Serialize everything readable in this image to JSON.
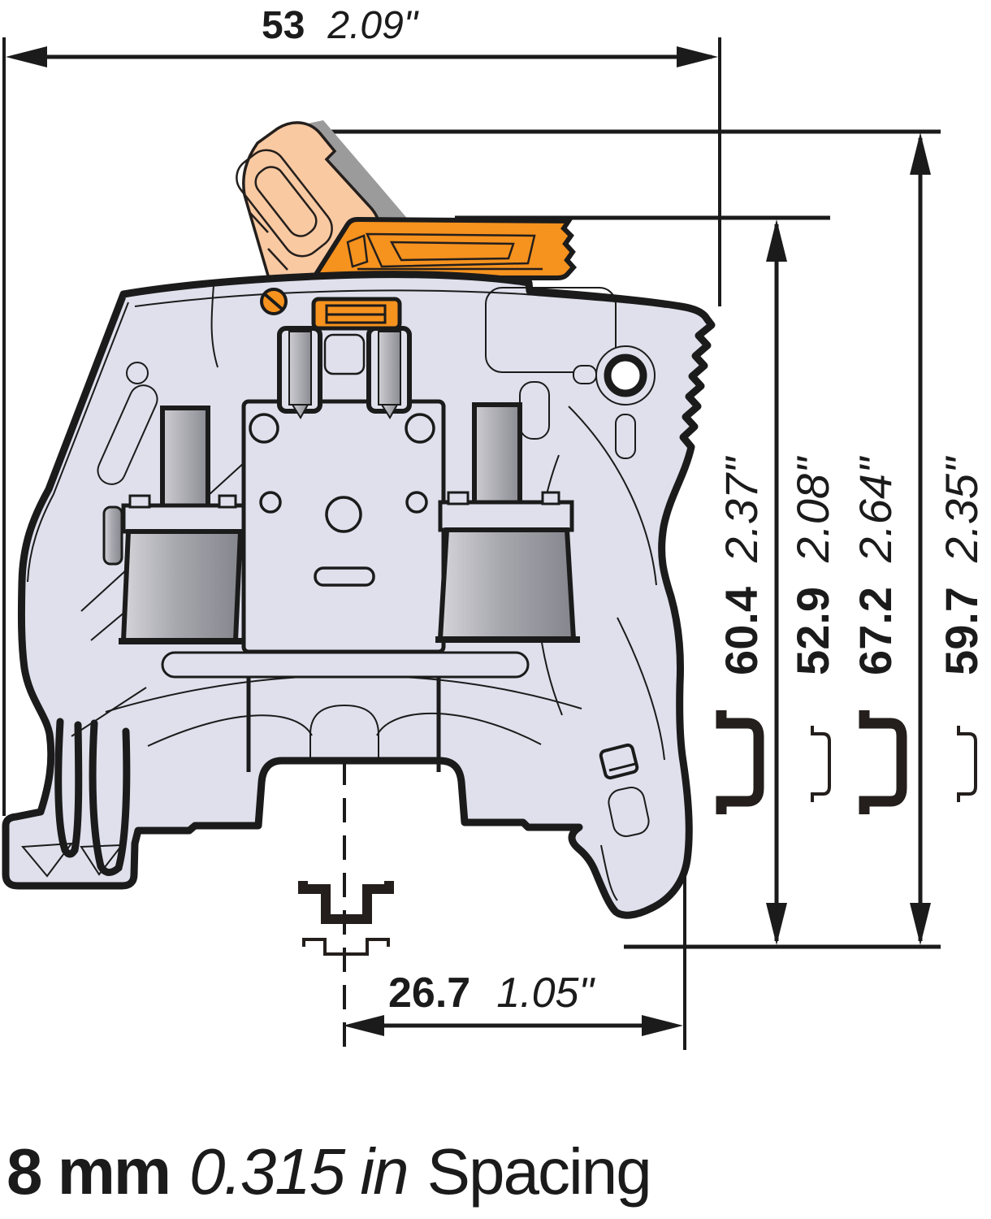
{
  "document": {
    "type": "technical dimension drawing",
    "subject": "DIN-rail terminal block side profile with open test lever"
  },
  "colors": {
    "outline": "#1b1b1b",
    "body": "#dfe0ec",
    "metal_light": "#d4d4d9",
    "metal_dark": "#85858d",
    "orange": "#f6921e",
    "peach": "#f9c9a2",
    "lever_shadow": "#9b9b9b"
  },
  "dimensions": {
    "overall_width": {
      "mm": "53",
      "inch": "2.09\""
    },
    "heights": [
      {
        "mm": "60.4",
        "inch": "2.37\"",
        "rail_symbol": "thick"
      },
      {
        "mm": "52.9",
        "inch": "2.08\"",
        "rail_symbol": "thin"
      },
      {
        "mm": "67.2",
        "inch": "2.64\"",
        "rail_symbol": "thick"
      },
      {
        "mm": "59.7",
        "inch": "2.35\"",
        "rail_symbol": "thin"
      }
    ],
    "rail_center_offset": {
      "mm": "26.7",
      "inch": "1.05\""
    }
  },
  "caption": {
    "metric": "8 mm",
    "imperial": "0.315 in",
    "suffix": "Spacing"
  }
}
